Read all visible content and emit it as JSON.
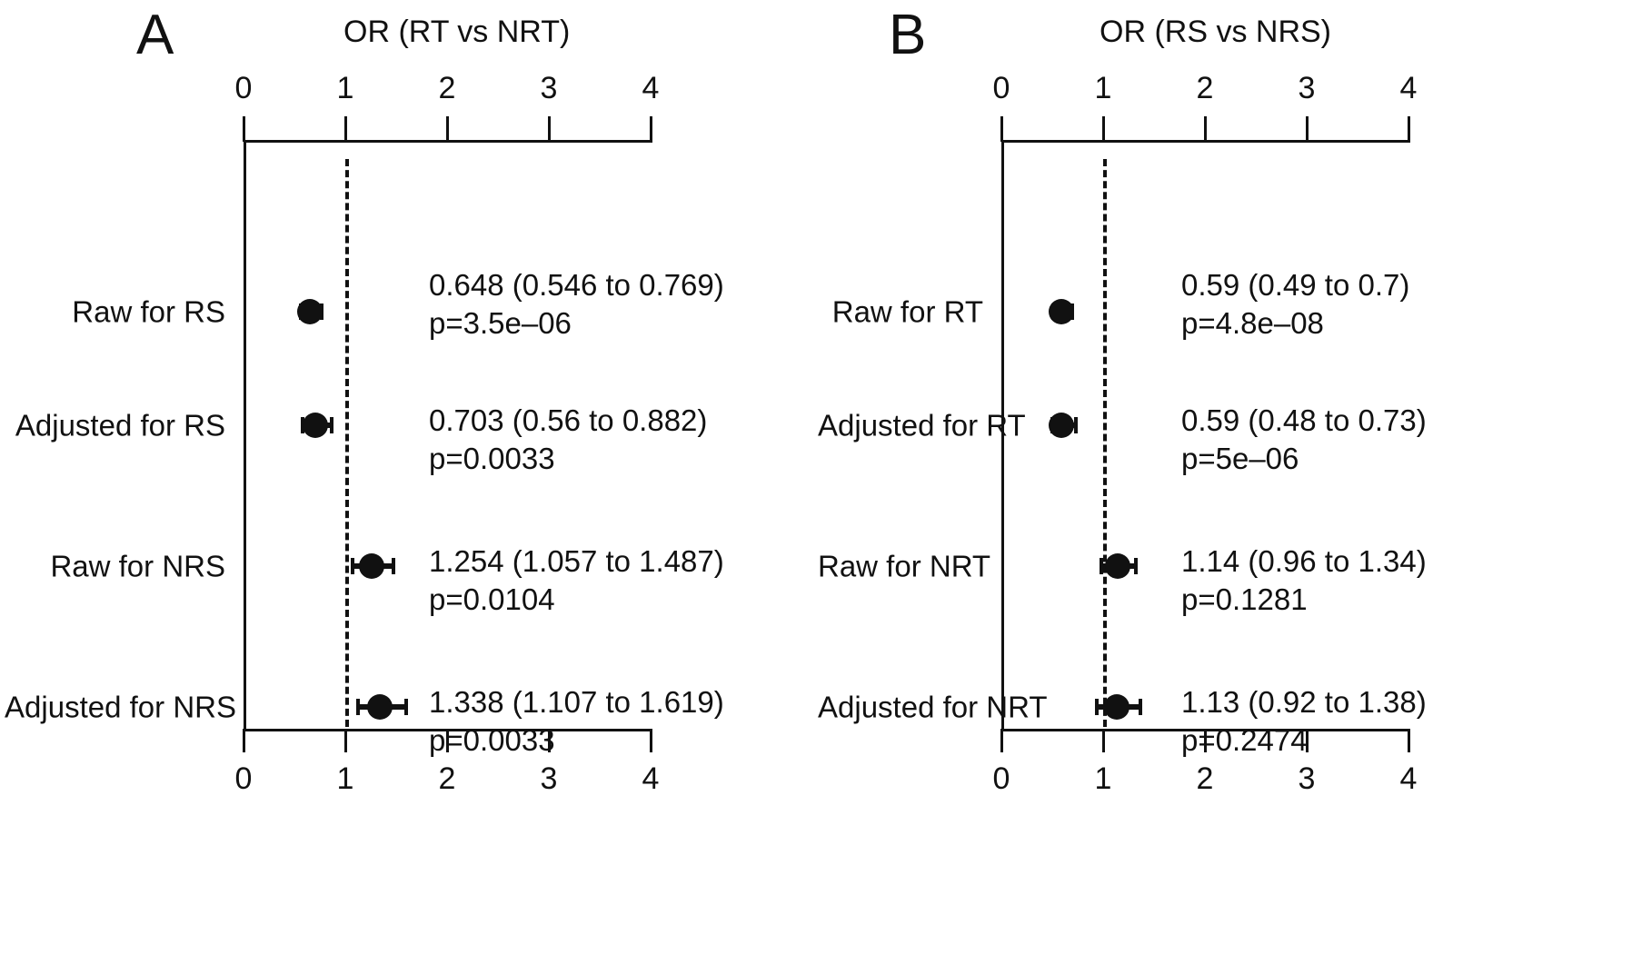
{
  "figure": {
    "type": "forest-plot-pair",
    "background": "#ffffff",
    "ink_color": "#111111"
  },
  "chart_data": [
    {
      "type": "scatter",
      "panel": "A",
      "panel_label": "A",
      "title": "OR (RT vs NRT)",
      "xlabel": "",
      "ylabel": "",
      "xlim": [
        0,
        4
      ],
      "xticks": [
        0,
        1,
        2,
        3,
        4
      ],
      "xticklabels": [
        "0",
        "1",
        "2",
        "3",
        "4"
      ],
      "reference_line": 1,
      "grid": false,
      "legend": "none",
      "axis_top": true,
      "axis_bottom": true,
      "categories": [
        "Raw for RS",
        "Adjusted for RS",
        "Raw for NRS",
        "Adjusted for NRS"
      ],
      "rows": [
        {
          "label": "Raw for RS",
          "estimate": 0.648,
          "ci_low": 0.546,
          "ci_high": 0.769,
          "p_value": "3.5e-06",
          "ci_text": "0.648 (0.546 to 0.769)",
          "p_text": "p=3.5e–06"
        },
        {
          "label": "Adjusted for RS",
          "estimate": 0.703,
          "ci_low": 0.56,
          "ci_high": 0.882,
          "p_value": "0.0033",
          "ci_text": "0.703 (0.56 to 0.882)",
          "p_text": "p=0.0033"
        },
        {
          "label": "Raw for NRS",
          "estimate": 1.254,
          "ci_low": 1.057,
          "ci_high": 1.487,
          "p_value": "0.0104",
          "ci_text": "1.254 (1.057 to 1.487)",
          "p_text": "p=0.0104"
        },
        {
          "label": "Adjusted for NRS",
          "estimate": 1.338,
          "ci_low": 1.107,
          "ci_high": 1.619,
          "p_value": "0.0033",
          "ci_text": "1.338 (1.107 to 1.619)",
          "p_text": "p=0.0033"
        }
      ]
    },
    {
      "type": "scatter",
      "panel": "B",
      "panel_label": "B",
      "title": "OR (RS vs NRS)",
      "xlabel": "",
      "ylabel": "",
      "xlim": [
        0,
        4
      ],
      "xticks": [
        0,
        1,
        2,
        3,
        4
      ],
      "xticklabels": [
        "0",
        "1",
        "2",
        "3",
        "4"
      ],
      "reference_line": 1,
      "grid": false,
      "legend": "none",
      "axis_top": true,
      "axis_bottom": true,
      "categories": [
        "Raw for RT",
        "Adjusted for RT",
        "Raw for NRT",
        "Adjusted for NRT"
      ],
      "rows": [
        {
          "label": "Raw for RT",
          "estimate": 0.59,
          "ci_low": 0.49,
          "ci_high": 0.7,
          "p_value": "4.8e-08",
          "ci_text": "0.59 (0.49 to 0.7)",
          "p_text": "p=4.8e–08"
        },
        {
          "label": "Adjusted for RT",
          "estimate": 0.59,
          "ci_low": 0.48,
          "ci_high": 0.73,
          "p_value": "5e-06",
          "ci_text": "0.59 (0.48 to 0.73)",
          "p_text": "p=5e–06"
        },
        {
          "label": "Raw for NRT",
          "estimate": 1.14,
          "ci_low": 0.96,
          "ci_high": 1.34,
          "p_value": "0.1281",
          "ci_text": "1.14 (0.96 to 1.34)",
          "p_text": "p=0.1281"
        },
        {
          "label": "Adjusted for NRT",
          "estimate": 1.13,
          "ci_low": 0.92,
          "ci_high": 1.38,
          "p_value": "0.2474",
          "ci_text": "1.13 (0.92 to 1.38)",
          "p_text": "p=0.2474"
        }
      ]
    }
  ]
}
